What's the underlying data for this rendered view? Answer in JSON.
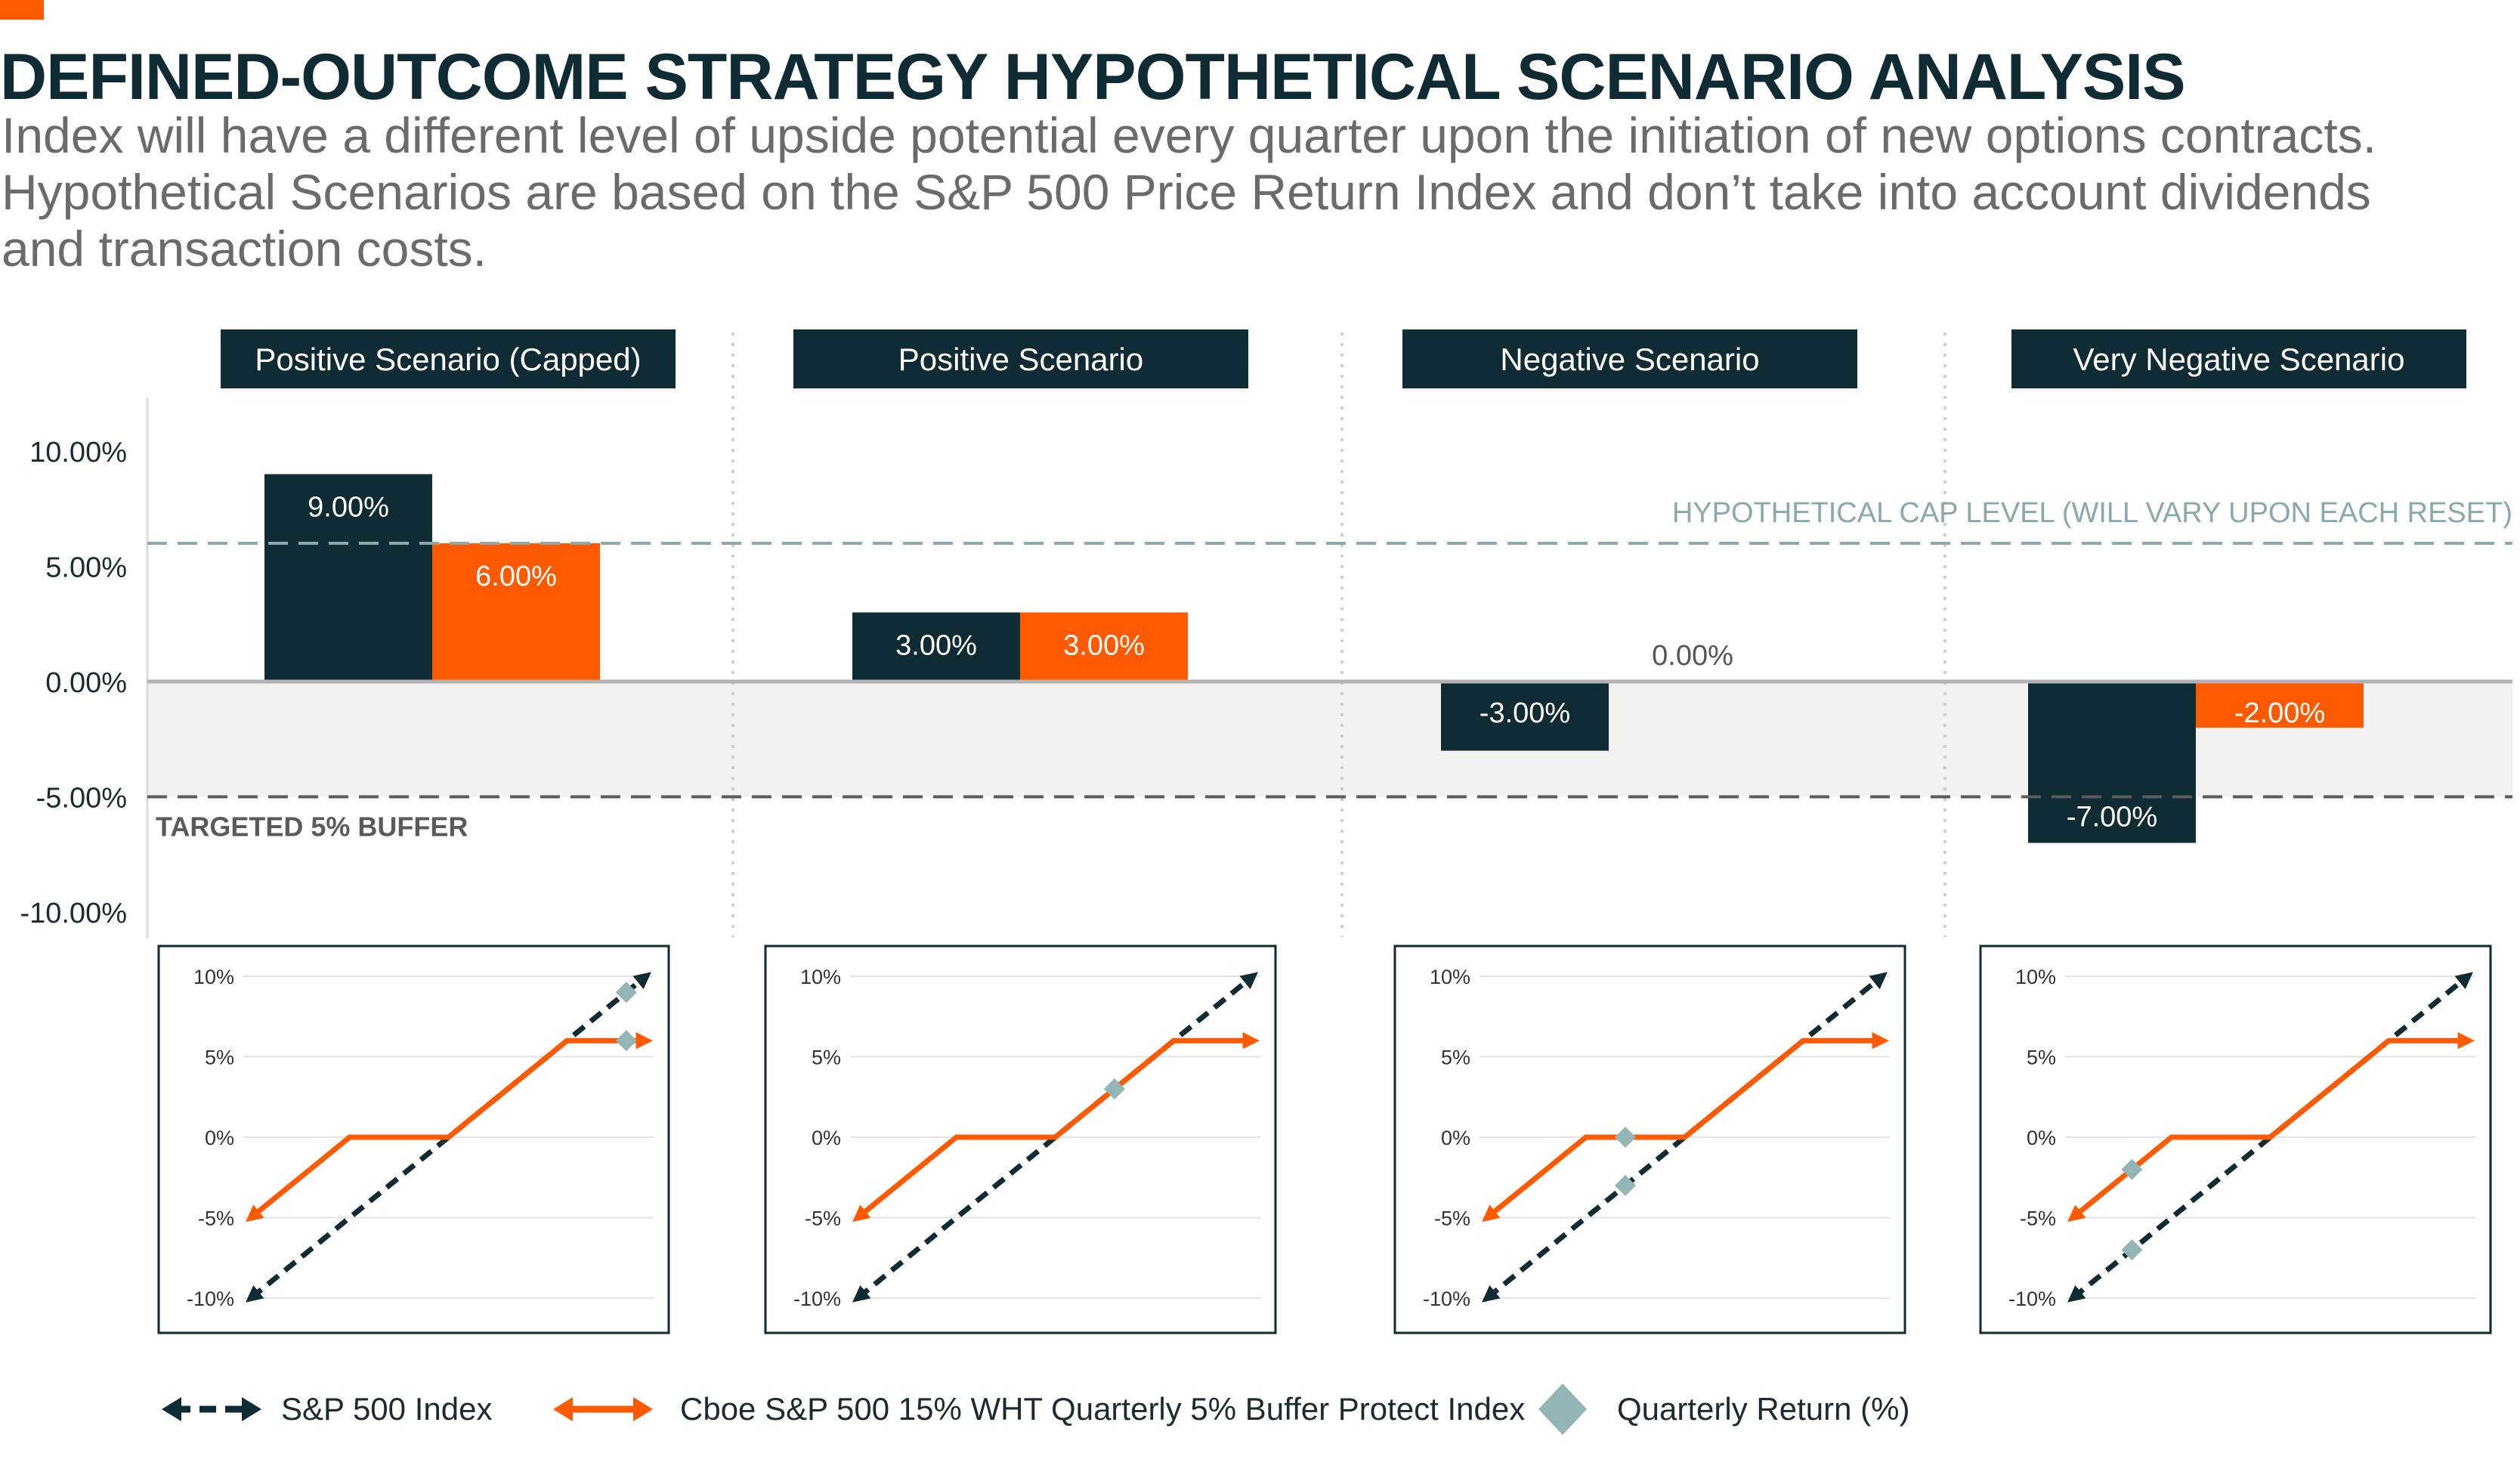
{
  "title": "DEFINED-OUTCOME STRATEGY HYPOTHETICAL SCENARIO ANALYSIS",
  "subtitle_lines": [
    "Index will have a different level of upside potential every quarter upon the initiation of new options contracts.",
    "Hypothetical Scenarios are based on the S&P 500 Price Return Index and don’t take into account dividends",
    "and transaction costs."
  ],
  "colors": {
    "navy": "#0f2b33",
    "orange": "#ff5a00",
    "diamond": "#94b5b5",
    "cap_line": "#8aa9aa",
    "buffer_line": "#5a5a5a",
    "buffer_band": "#f2f2f2"
  },
  "chart_data": {
    "type": "bar",
    "categories": [
      "Positive Scenario (Capped)",
      "Positive Scenario",
      "Negative Scenario",
      "Very Negative Scenario"
    ],
    "series": [
      {
        "values": [
          9.0,
          3.0,
          -3.0,
          -7.0
        ],
        "labels": [
          "9.00%",
          "3.00%",
          "-3.00%",
          "-7.00%"
        ]
      },
      {
        "values": [
          6.0,
          3.0,
          0.0,
          -2.0
        ],
        "labels": [
          "6.00%",
          "3.00%",
          "0.00%",
          "-2.00%"
        ]
      }
    ],
    "ylim": [
      -10,
      10
    ],
    "yticks": [
      10,
      5,
      0,
      -5,
      -10
    ],
    "ytick_labels": [
      "10.00%",
      "5.00%",
      "0.00%",
      "-5.00%",
      "-10.00%"
    ],
    "cap_level": 6,
    "cap_label": "HYPOTHETICAL CAP LEVEL (WILL VARY UPON EACH RESET)",
    "buffer_level": -5,
    "buffer_label": "TARGETED 5% BUFFER",
    "mini_charts": {
      "ylim": [
        -10,
        10
      ],
      "ytick_labels": [
        "10%",
        "5%",
        "0%",
        "-5%",
        "-10%"
      ],
      "sp500_line": [
        [
          -10,
          -10
        ],
        [
          10,
          10
        ]
      ],
      "buffer_index_line": [
        [
          -10,
          -5
        ],
        [
          -5,
          0
        ],
        [
          0,
          0
        ],
        [
          6,
          6
        ],
        [
          10,
          6
        ]
      ],
      "quarterly_returns": [
        [
          [
            9,
            9
          ],
          [
            9,
            6
          ]
        ],
        [
          [
            3,
            3
          ]
        ],
        [
          [
            -3,
            0
          ],
          [
            -3,
            -3
          ]
        ],
        [
          [
            -7,
            -2
          ],
          [
            -7,
            -7
          ]
        ]
      ]
    }
  },
  "legend": {
    "sp500_label": "S&P 500 Index",
    "buffer_label": "Cboe S&P 500 15% WHT Quarterly 5% Buffer Protect Index",
    "quarterly_label": "Quarterly Return (%)"
  }
}
